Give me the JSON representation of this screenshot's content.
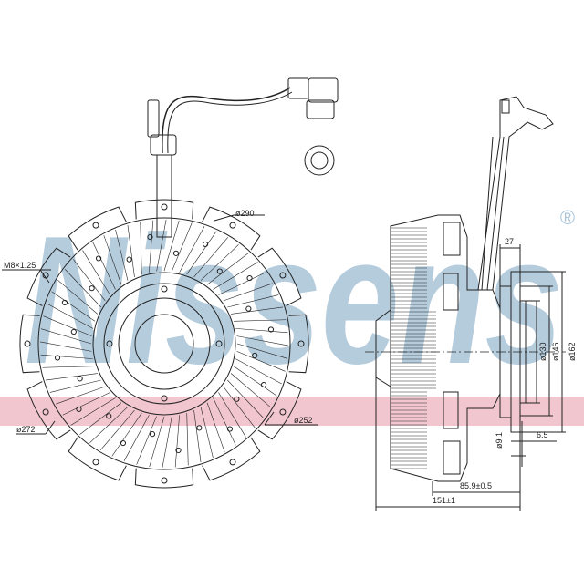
{
  "watermark": {
    "brand": "Nissens",
    "registered": "®",
    "brand_color": "#a9c4d8",
    "band_color": "#f2c6cf"
  },
  "dimensions": {
    "thread": "M8×1.25",
    "dia_290": "ø290",
    "dia_272": "ø272",
    "dia_252": "ø252",
    "top_27": "27",
    "dia_130": "ø130",
    "dia_146": "ø146",
    "dia_162": "ø162",
    "dia_9_1": "ø9.1",
    "len_6_5": "6.5",
    "len_85_9": "85.9±0.5",
    "len_151": "151±1"
  },
  "colors": {
    "line": "#222222",
    "dim": "#333333"
  }
}
